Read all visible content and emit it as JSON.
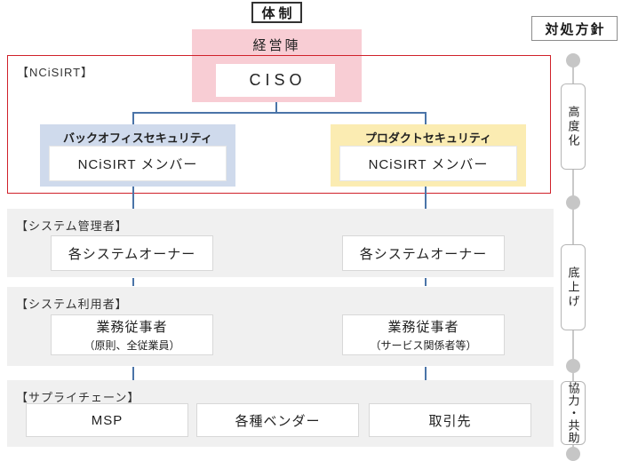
{
  "colors": {
    "red": "#d0212a",
    "pink": "#f8cdd4",
    "blue": "#cfdaec",
    "yellow": "#fbecb2",
    "band": "#f0f0f0",
    "line": "#4a74a8",
    "rail": "#c9c9c9"
  },
  "header": {
    "structure_title": "体制",
    "policy_title": "対処方針"
  },
  "ncisirt": {
    "group_label": "【NCiSIRT】",
    "management_label": "経営陣",
    "ciso": "CISO",
    "back_office_label": "バックオフィスセキュリティ",
    "back_office_member": "NCiSIRT メンバー",
    "product_label": "プロダクトセキュリティ",
    "product_member": "NCiSIRT メンバー"
  },
  "sections": [
    {
      "label": "【システム管理者】",
      "boxes": [
        {
          "title": "各システムオーナー"
        },
        {
          "title": "各システムオーナー"
        }
      ]
    },
    {
      "label": "【システム利用者】",
      "boxes": [
        {
          "title": "業務従事者",
          "sub": "（原則、全従業員）"
        },
        {
          "title": "業務従事者",
          "sub": "（サービス関係者等）"
        }
      ]
    },
    {
      "label": "【サプライチェーン】",
      "boxes": [
        {
          "title": "MSP"
        },
        {
          "title": "各種ベンダー"
        },
        {
          "title": "取引先"
        }
      ]
    }
  ],
  "policy_rail": {
    "items": [
      "高度化",
      "底上げ",
      "協力・共助"
    ]
  }
}
